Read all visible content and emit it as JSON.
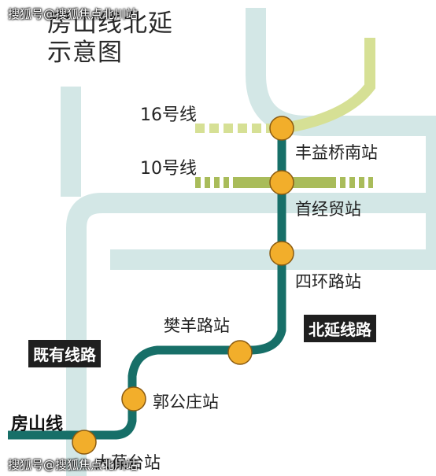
{
  "title": [
    "房山线北延",
    "示意图"
  ],
  "lines": {
    "line16": "16号线",
    "line10": "10号线",
    "existing": "既有线路",
    "extension": "北延线路",
    "fangshan": "房山线"
  },
  "stations": [
    {
      "name": "丰益桥南站"
    },
    {
      "name": "首经贸站"
    },
    {
      "name": "四环路站"
    },
    {
      "name": "樊羊路站"
    },
    {
      "name": "郭公庄站"
    },
    {
      "name": "大葆台站"
    }
  ],
  "watermark": "搜狐号@搜狐焦点北川站",
  "colors": {
    "fangshan_line": "#176f68",
    "ring_road": "#d3e7e6",
    "line16": "#d6e095",
    "line10": "#a9bc5a",
    "station_fill": "#f2ae2b"
  }
}
